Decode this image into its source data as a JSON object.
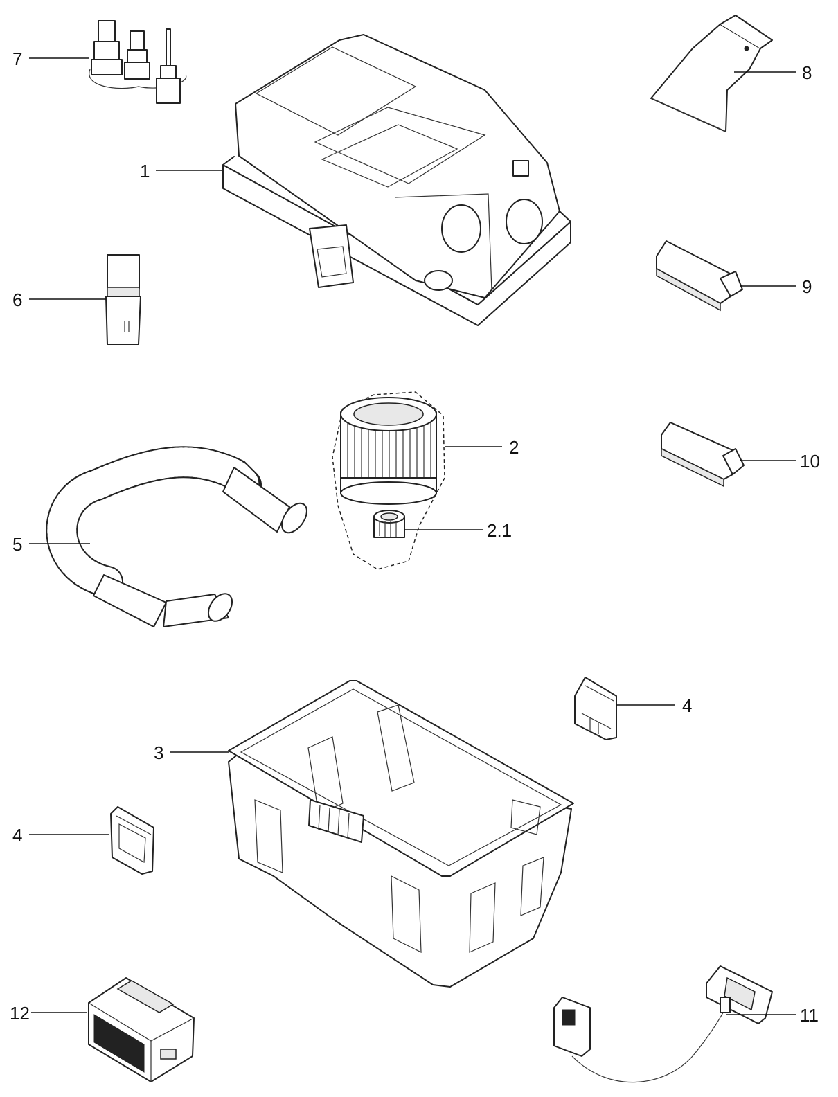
{
  "callouts": {
    "c1": "1",
    "c2": "2",
    "c2_1": "2.1",
    "c3": "3",
    "c4a": "4",
    "c4b": "4",
    "c5": "5",
    "c6": "6",
    "c7": "7",
    "c8": "8",
    "c9": "9",
    "c10": "10",
    "c11": "11",
    "c12": "12"
  }
}
